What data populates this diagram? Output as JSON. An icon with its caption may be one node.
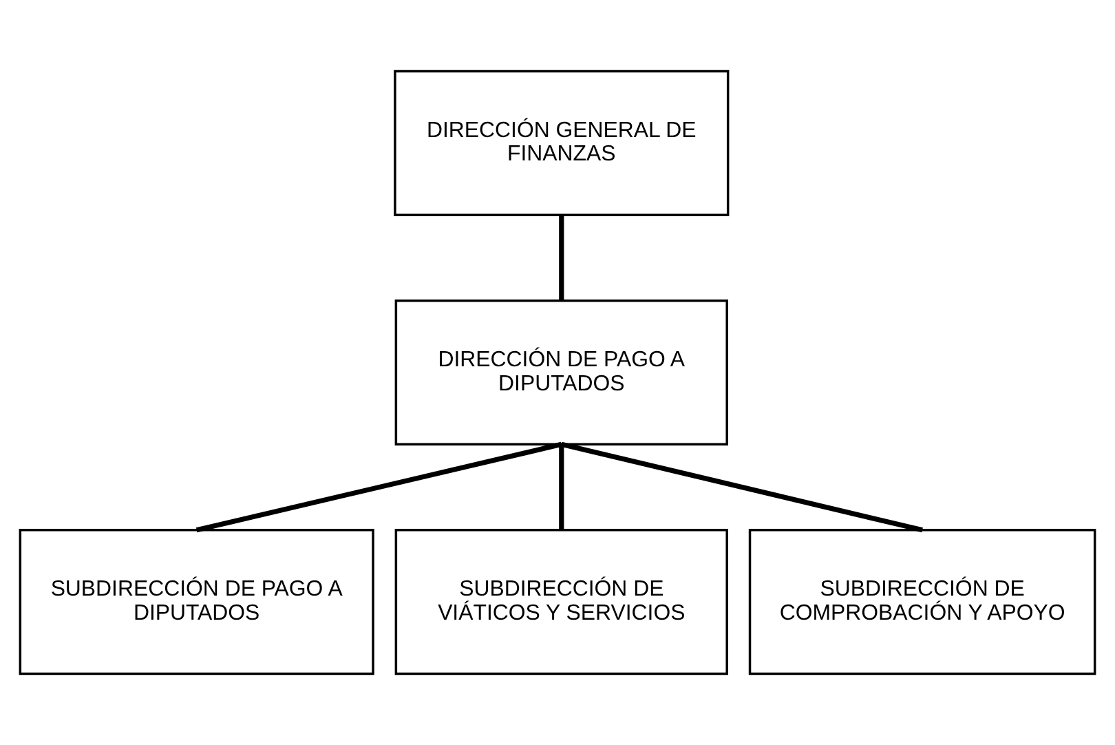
{
  "diagram": {
    "nodes": [
      {
        "text": [
          "DIRECCIÓN GENERAL DE FINANZAS"
        ]
      },
      {
        "text": [
          "DIRECCIÓN DE PAGO A DIPUTADOS"
        ]
      },
      {
        "text": [
          "SUBDIRECCIÓN DE PAGO A DIPUTADOS"
        ]
      },
      {
        "text": [
          "SUBDIRECCIÓN DE VIÁTICOS Y SERVICIOS"
        ]
      },
      {
        "text": [
          "SUBDIRECCIÓN DE COMPROBACIÓN Y APOYO"
        ]
      }
    ],
    "edges": [
      {
        "from": 0,
        "to": 1,
        "arrow": "none"
      },
      {
        "from": 1,
        "to": 2,
        "arrow": "none"
      },
      {
        "from": 1,
        "to": 3,
        "arrow": "none"
      },
      {
        "from": 1,
        "to": 4,
        "arrow": "none"
      }
    ]
  }
}
